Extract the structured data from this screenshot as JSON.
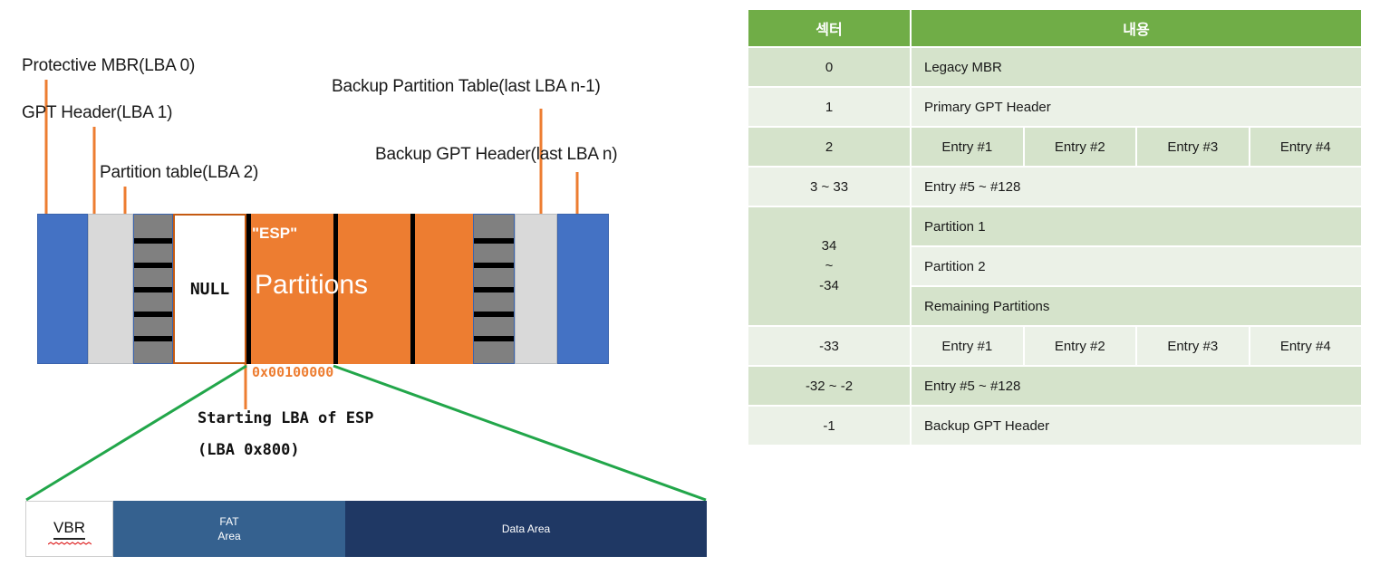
{
  "diagram": {
    "callouts": [
      {
        "id": "protective-mbr",
        "text": "Protective MBR(LBA 0)"
      },
      {
        "id": "gpt-header",
        "text": "GPT Header(LBA 1)"
      },
      {
        "id": "partition-table",
        "text": "Partition table(LBA 2)"
      },
      {
        "id": "backup-part-table",
        "text": "Backup Partition Table(last LBA n-1)"
      },
      {
        "id": "backup-gpt-header",
        "text": "Backup GPT Header(last LBA n)"
      }
    ],
    "disk_bar": {
      "null_label": "NULL",
      "esp_label": "\"ESP\"",
      "partitions_label": "Partitions"
    },
    "hex_offset": "0x00100000",
    "starting_lba_line1": "Starting LBA of ESP",
    "starting_lba_line2": "(LBA 0x800)",
    "vbr_bar": {
      "vbr": "VBR",
      "fat_line1": "FAT",
      "fat_line2": "Area",
      "data_area": "Data Area"
    },
    "colors": {
      "blue": "#4472C4",
      "light_gray": "#D9D9D9",
      "dark_gray": "#808080",
      "orange": "#ED7D31",
      "orange_border": "#C55A11",
      "green_line": "#22A64A",
      "table_header_green": "#70AD47",
      "row_dark": "#D5E3CB",
      "row_light": "#EBF1E7",
      "fat_blue": "#35618F",
      "data_blue": "#1F3864"
    }
  },
  "table": {
    "headers": {
      "sector": "섹터",
      "content": "내용"
    },
    "rows": [
      {
        "sector": "0",
        "content": "Legacy MBR",
        "shade": "dark"
      },
      {
        "sector": "1",
        "content": "Primary GPT Header",
        "shade": "light"
      },
      {
        "sector": "2",
        "entries": [
          "Entry #1",
          "Entry #2",
          "Entry #3",
          "Entry #4"
        ],
        "shade": "dark"
      },
      {
        "sector": "3 ~ 33",
        "content": "Entry #5 ~ #128",
        "shade": "light"
      },
      {
        "sector": "34\n~\n-34",
        "content": "Partition 1",
        "shade": "dark"
      },
      {
        "content": "Partition 2",
        "shade": "light"
      },
      {
        "content": "Remaining Partitions",
        "shade": "dark"
      },
      {
        "sector": "-33",
        "entries": [
          "Entry #1",
          "Entry #2",
          "Entry #3",
          "Entry #4"
        ],
        "shade": "light"
      },
      {
        "sector": "-32 ~ -2",
        "content": "Entry #5 ~ #128",
        "shade": "dark"
      },
      {
        "sector": "-1",
        "content": "Backup GPT Header",
        "shade": "light"
      }
    ],
    "merged_sector_label_lines": [
      "34",
      "~",
      "-34"
    ]
  }
}
